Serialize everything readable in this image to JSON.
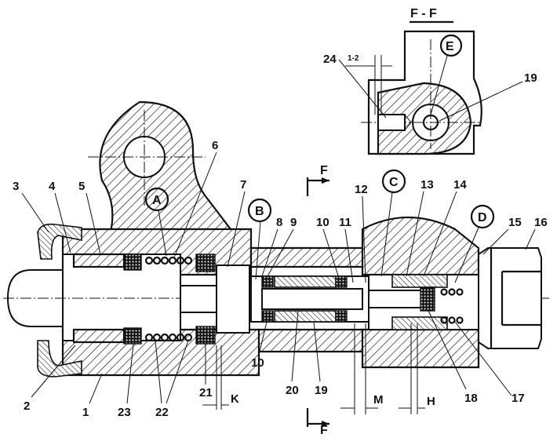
{
  "section_title": "F - F",
  "dimension_label": "1-2",
  "section_labels": [
    "F",
    "F"
  ],
  "circled_labels": [
    "A",
    "B",
    "C",
    "D",
    "E"
  ],
  "callouts": {
    "n1": "1",
    "n2": "2",
    "n3": "3",
    "n4": "4",
    "n5": "5",
    "n6": "6",
    "n7": "7",
    "n8": "8",
    "n9": "9",
    "n10a": "10",
    "n10b": "10",
    "n11": "11",
    "n12": "12",
    "n13": "13",
    "n14": "14",
    "n15": "15",
    "n16": "16",
    "n17": "17",
    "n18": "18",
    "n19a": "19",
    "n19b": "19",
    "n20": "20",
    "n21": "21",
    "n22": "22",
    "n23": "23",
    "n24": "24"
  },
  "gap_labels": {
    "k": "K",
    "m": "M",
    "h": "H"
  }
}
